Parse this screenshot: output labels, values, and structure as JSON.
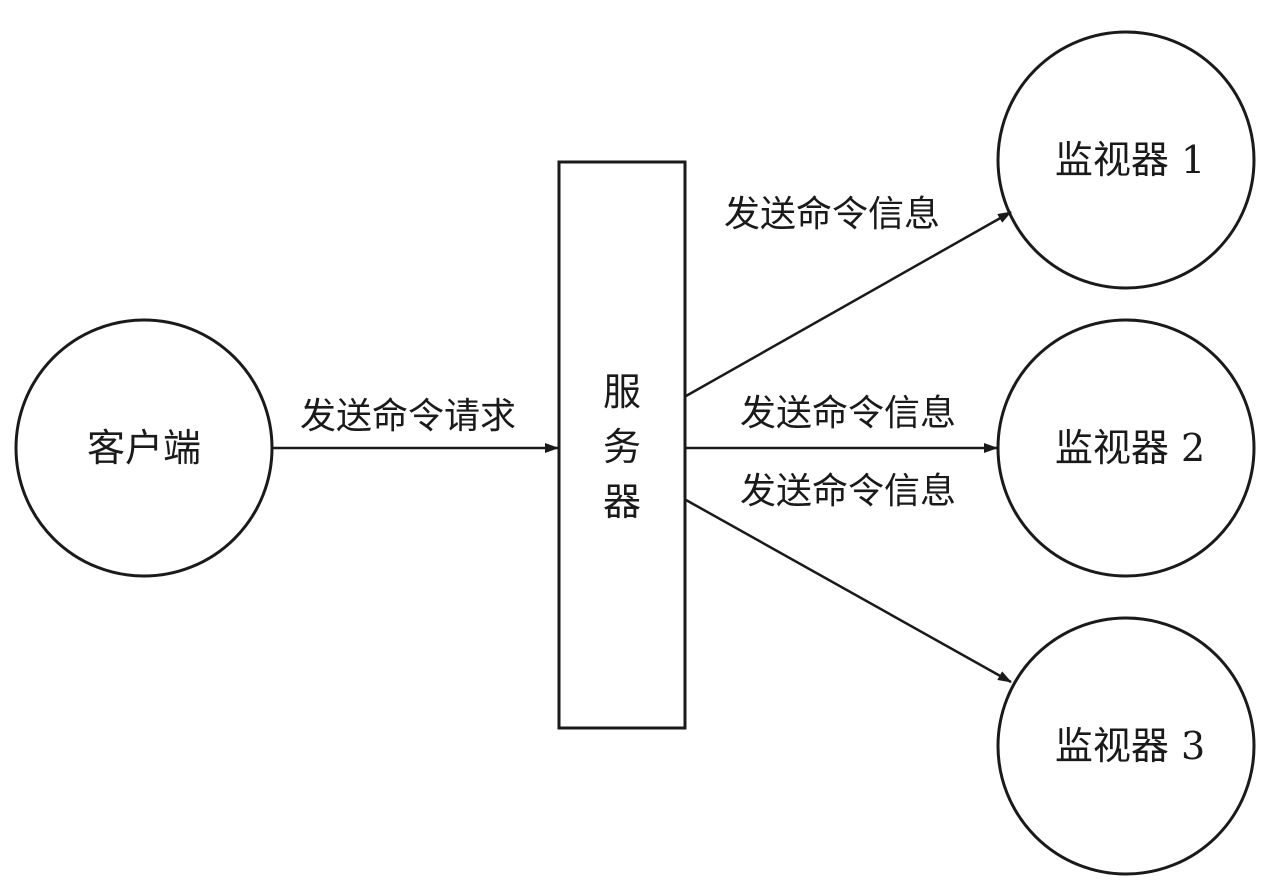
{
  "nodes": {
    "client": {
      "label": "客户端"
    },
    "server": {
      "label_lines": [
        "服",
        "务",
        "器"
      ]
    },
    "monitor_1": {
      "label": "监视器 1"
    },
    "monitor_2": {
      "label": "监视器 2"
    },
    "monitor_3": {
      "label": "监视器 3"
    }
  },
  "edges": {
    "client_to_server": {
      "label": "发送命令请求"
    },
    "server_to_monitor_1": {
      "label": "发送命令信息"
    },
    "server_to_monitor_2": {
      "label": "发送命令信息"
    },
    "server_to_monitor_3": {
      "label": "发送命令信息"
    }
  },
  "colors": {
    "stroke": "#1a1a1a",
    "background": "#ffffff"
  }
}
